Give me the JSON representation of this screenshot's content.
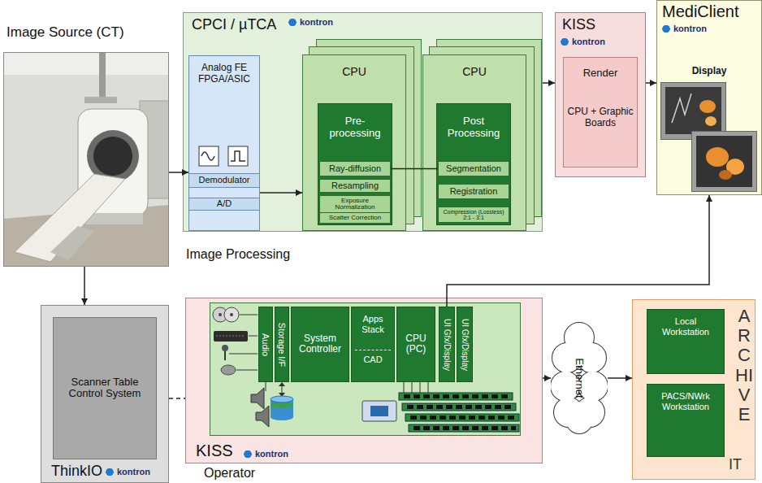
{
  "diagram": {
    "nodes": [
      {
        "text": [
          "Image Source (CT)"
        ]
      },
      {
        "text": [
          "CPCI / µTCA",
          "Image Processing"
        ]
      },
      {
        "text": [
          "Analog FE FPGA/ASIC"
        ],
        "in": 1
      },
      {
        "text": [
          "Demodulator"
        ],
        "in": 2
      },
      {
        "text": [
          "A/D"
        ],
        "in": 2
      },
      {
        "text": [
          "CPU"
        ],
        "in": 1
      },
      {
        "text": [
          "Pre-processing"
        ],
        "in": 5
      },
      {
        "text": [
          "Ray-diffusion"
        ],
        "in": 6
      },
      {
        "text": [
          "Resampling"
        ],
        "in": 6
      },
      {
        "text": [
          "Exposure Normalization"
        ],
        "in": 6
      },
      {
        "text": [
          "Scatter Correction"
        ],
        "in": 6
      },
      {
        "text": [
          "CPU"
        ],
        "in": 1
      },
      {
        "text": [
          "Post Processing"
        ],
        "in": 11
      },
      {
        "text": [
          "Segmentation"
        ],
        "in": 12
      },
      {
        "text": [
          "Registration"
        ],
        "in": 12
      },
      {
        "text": [
          "Compression (Lossless) 2:1 - 3:1"
        ],
        "in": 12
      },
      {
        "text": [
          "KISS"
        ]
      },
      {
        "text": [
          "Render",
          "CPU + Graphic Boards"
        ],
        "in": 16
      },
      {
        "text": [
          "MediClient",
          "Display"
        ]
      },
      {
        "text": [
          "ThinkIO"
        ]
      },
      {
        "text": [
          "Scanner Table Control System"
        ],
        "in": 19
      },
      {
        "text": [
          "KISS",
          "Operator"
        ]
      },
      {
        "text": [
          "Audio"
        ],
        "in": 21
      },
      {
        "text": [
          "Storage I/F"
        ],
        "in": 21
      },
      {
        "text": [
          "System Controller"
        ],
        "in": 21
      },
      {
        "text": [
          "Apps Stack",
          "CAD"
        ],
        "in": 21
      },
      {
        "text": [
          "CPU (PC)"
        ],
        "in": 21
      },
      {
        "text": [
          "UI Gfx/Display"
        ],
        "in": 21
      },
      {
        "text": [
          "UI Gfx/Display"
        ],
        "in": 21
      },
      {
        "text": [
          "Ethernet"
        ]
      },
      {
        "text": [
          "ARCHIVE",
          "IT"
        ]
      },
      {
        "text": [
          "Local Workstation"
        ],
        "in": 30
      },
      {
        "text": [
          "PACS/NWrk Workstation"
        ],
        "in": 30
      }
    ],
    "edges": [
      {
        "from": 0,
        "to": 2,
        "arrow": "to"
      },
      {
        "from": 2,
        "to": 5,
        "arrow": "to"
      },
      {
        "from": 7,
        "to": 13,
        "arrow": "none"
      },
      {
        "from": 1,
        "to": 16,
        "arrow": "to"
      },
      {
        "from": 16,
        "to": 18,
        "arrow": "to"
      },
      {
        "from": 0,
        "to": 19,
        "arrow": "to"
      },
      {
        "from": 19,
        "to": 21,
        "arrow": "none"
      },
      {
        "from": 27,
        "to": 18,
        "arrow": "to"
      },
      {
        "from": 21,
        "to": 29,
        "arrow": "to"
      },
      {
        "from": 29,
        "to": 30,
        "arrow": "to"
      }
    ],
    "labels": [
      "kontron",
      "kontron",
      "kontron",
      "kontron",
      "kontron"
    ]
  }
}
